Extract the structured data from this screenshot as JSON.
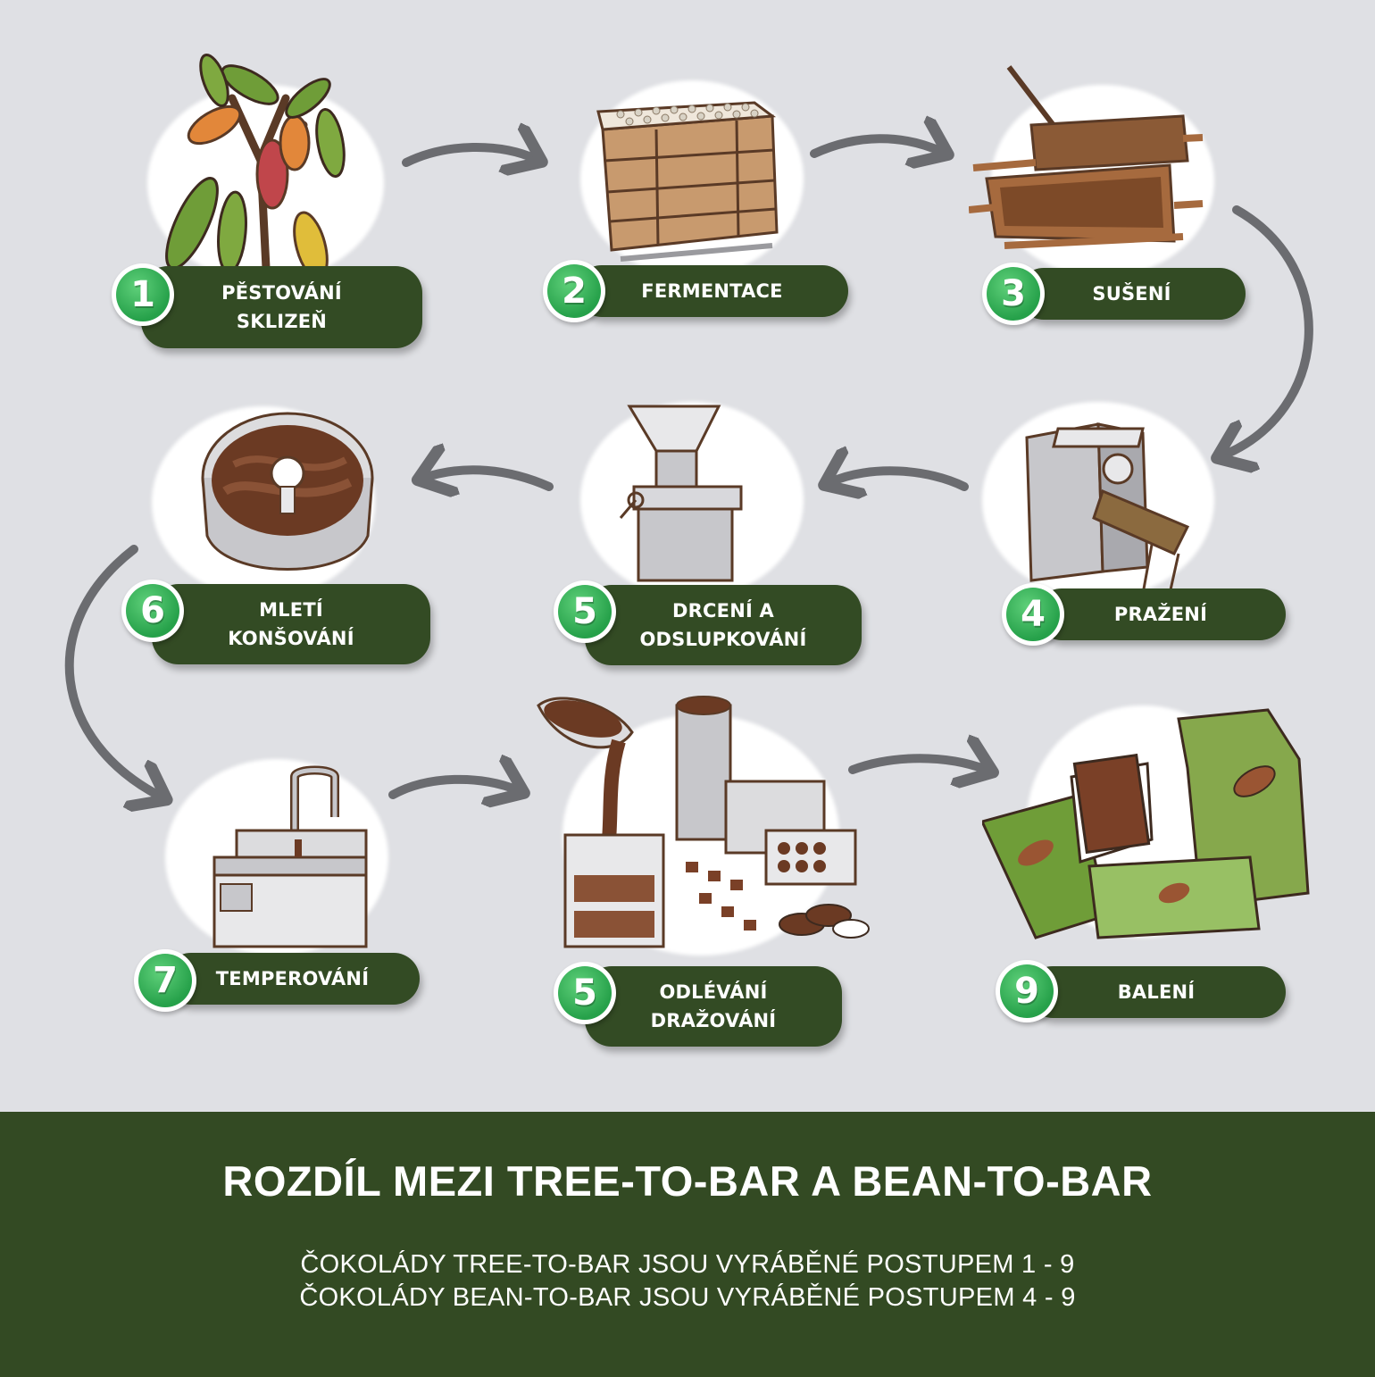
{
  "steps": [
    {
      "number": "1",
      "label_lines": [
        "PĚSTOVÁNÍ",
        "SKLIZEŇ"
      ],
      "icon": "cacao-tree-icon"
    },
    {
      "number": "2",
      "label_lines": [
        "FERMENTACE"
      ],
      "icon": "fermentation-crate-icon"
    },
    {
      "number": "3",
      "label_lines": [
        "SUŠENÍ"
      ],
      "icon": "drying-trays-icon"
    },
    {
      "number": "4",
      "label_lines": [
        "PRAŽENÍ"
      ],
      "icon": "roaster-icon"
    },
    {
      "number": "5",
      "label_lines": [
        "DRCENÍ A",
        "ODSLUPKOVÁNÍ"
      ],
      "icon": "winnower-icon"
    },
    {
      "number": "6",
      "label_lines": [
        "MLETÍ",
        "KONŠOVÁNÍ"
      ],
      "icon": "conche-icon"
    },
    {
      "number": "7",
      "label_lines": [
        "TEMPEROVÁNÍ"
      ],
      "icon": "tempering-machine-icon"
    },
    {
      "number": "5",
      "label_lines": [
        "ODLÉVÁNÍ",
        "DRAŽOVÁNÍ"
      ],
      "icon": "molding-machine-icon"
    },
    {
      "number": "9",
      "label_lines": [
        "BALENÍ"
      ],
      "icon": "packaging-icon"
    }
  ],
  "footer": {
    "title": "ROZDÍL MEZI TREE-TO-BAR A BEAN-TO-BAR",
    "line1": "ČOKOLÁDY TREE-TO-BAR JSOU VYRÁBĚNÉ POSTUPEM 1 - 9",
    "line2": "ČOKOLÁDY BEAN-TO-BAR JSOU VYRÁBĚNÉ POSTUPEM 4 - 9"
  },
  "colors": {
    "background": "#dfe0e4",
    "pill": "#334b24",
    "badge": "#26a14a",
    "footer": "#334a23",
    "arrow": "#6b6c70",
    "chocolate": "#6b3a23"
  }
}
